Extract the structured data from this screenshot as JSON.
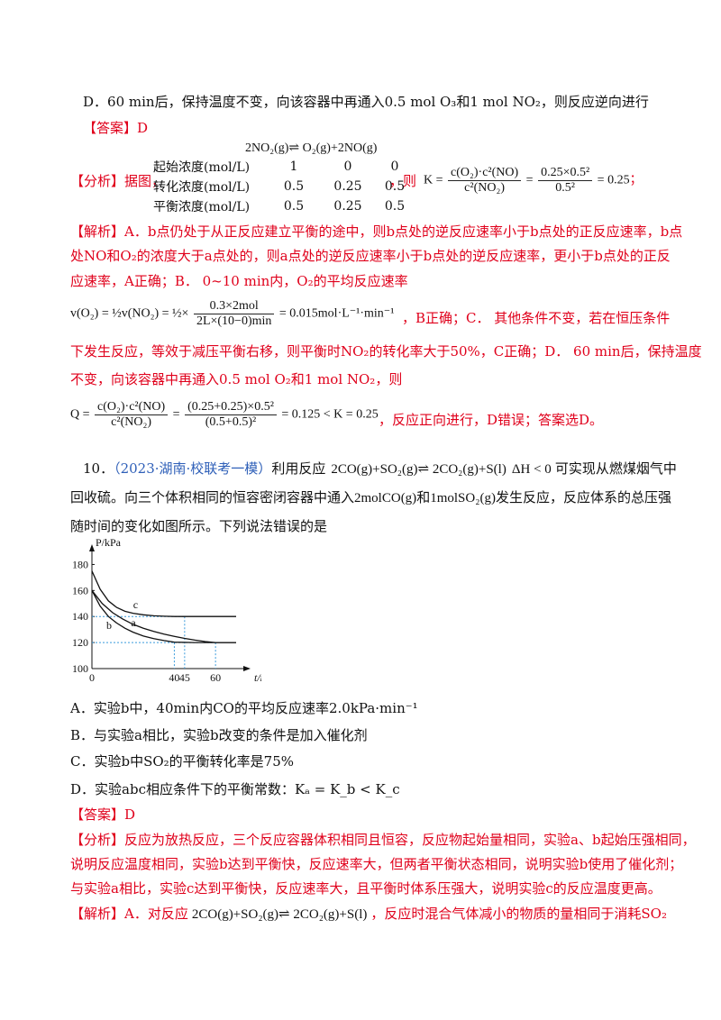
{
  "prev_question": {
    "option_d": "D．60 min后，保持温度不变，向该容器中再通入0.5 mol O₃和1 mol NO₂，则反应逆向进行",
    "answer_tag": "【答案】",
    "answer": "D",
    "analysis_tag": "【分析】",
    "analysis_lead": "据图，",
    "reaction": "2NO₂(g)⇌ O₂(g)+2NO(g)",
    "ice_rows": [
      {
        "label": "起始浓度(mol/L)",
        "v1": "1",
        "v2": "0",
        "v3": "0"
      },
      {
        "label": "转化浓度(mol/L)",
        "v1": "0.5",
        "v2": "0.25",
        "v3": "0.5"
      },
      {
        "label": "平衡浓度(mol/L)",
        "v1": "0.5",
        "v2": "0.25",
        "v3": "0.5"
      }
    ],
    "then": "，则",
    "k_lhs": "K =",
    "k_num": "c(O₂)·c²(NO)",
    "k_den": "c²(NO₂)",
    "k_mid_num": "0.25×0.5²",
    "k_mid_den": "0.5²",
    "k_result": "= 0.25",
    "semicolon": "；",
    "explain_tag": "【解析】",
    "explain_1": "A．b点仍处于从正反应建立平衡的途中，则b点处的逆反应速率小于b点处的正反应速率，b点",
    "explain_2": "处NO和O₂的浓度大于a点处的，则a点处的逆反应速率小于b点处的逆反应速率，更小于b点处的正反",
    "explain_3": "应速率，A正确；B． 0~10 min内，O₂的平均反应速率",
    "rate_lhs": "v(O₂) = ½v(NO₂) = ½×",
    "rate_num": "0.3×2mol",
    "rate_den": "2L×(10−0)min",
    "rate_result": "= 0.015mol·L⁻¹·min⁻¹",
    "explain_4": "，B正确；C． 其他条件不变，若在恒压条件",
    "explain_5": "下发生反应，等效于减压平衡右移，则平衡时NO₂的转化率大于50%，C正确；D． 60 min后，保持温度",
    "explain_6": "不变，向该容器中再通入0.5 mol O₂和1 mol NO₂，则",
    "q_lhs": "Q =",
    "q_num": "c(O₂)·c²(NO)",
    "q_den": "c²(NO₂)",
    "q_mid_num": "(0.25+0.25)×0.5²",
    "q_mid_den": "(0.5+0.5)²",
    "q_result": "= 0.125 < K = 0.25",
    "explain_7": "，反应正向进行，D错误；答案选D。"
  },
  "question": {
    "number": "10．",
    "source": "（2023·湖南·校联考一模）",
    "stem_1a": "利用反应",
    "reaction": "2CO(g)+SO₂(g)⇌ 2CO₂(g)+S(l)",
    "dh": "ΔH < 0",
    "stem_1b": "可实现从燃煤烟气中",
    "stem_2a": "回收硫。向三个体积相同的恒容密闭容器中通入",
    "stem_2b": "2molCO(g)",
    "stem_2c": "和",
    "stem_2d": "1molSO₂(g)",
    "stem_2e": "发生反应，反应体系的总压强",
    "stem_3": "随时间的变化如图所示。下列说法错误的是",
    "options": [
      "A．实验b中，40min内CO的平均反应速率2.0kPa·min⁻¹",
      "B．与实验a相比，实验b改变的条件是加入催化剂",
      "C．实验b中SO₂的平衡转化率是75%",
      "D．实验abc相应条件下的平衡常数：Kₐ = K_b < K_c"
    ],
    "answer_tag": "【答案】",
    "answer": "D",
    "analysis_tag": "【分析】",
    "analysis_1": "反应为放热反应，三个反应容器体积相同且恒容，反应物起始量相同，实验a、b起始压强相同，",
    "analysis_2": "说明反应温度相同，实验b达到平衡快，反应速率大，但两者平衡状态相同，说明实验b使用了催化剂；",
    "analysis_3": "与实验a相比，实验c达到平衡快，反应速率大，且平衡时体系压强大，说明实验c的反应温度更高。",
    "explain_tag": "【解析】",
    "explain_1a": "A．对反应",
    "explain_1b": "2CO(g)+SO₂(g)⇌ 2CO₂(g)+S(l)",
    "explain_1c": "，反应时混合气体减小的物质的量相同于消耗SO₂"
  },
  "chart_data": {
    "type": "line",
    "ylabel": "P/kPa",
    "xlabel": "t/min",
    "ylim": [
      100,
      190
    ],
    "xlim": [
      0,
      70
    ],
    "y_ticks": [
      100,
      120,
      140,
      160,
      180
    ],
    "x_ticks": [
      0,
      40,
      45,
      60
    ],
    "x_tick_labels": [
      "0",
      "40",
      "45",
      "60"
    ],
    "y_tick_labels": [
      "100",
      "120",
      "140",
      "160",
      "180"
    ],
    "series": [
      {
        "name": "c",
        "x": [
          0,
          4,
          8,
          12,
          16,
          20,
          25,
          30,
          35,
          40,
          50,
          60,
          70
        ],
        "y": [
          175,
          161,
          152,
          147,
          144,
          142.5,
          141.3,
          140.6,
          140.2,
          140,
          140,
          140,
          140
        ]
      },
      {
        "name": "b",
        "x": [
          0,
          4,
          8,
          12,
          16,
          20,
          25,
          30,
          35,
          40,
          50,
          60,
          70
        ],
        "y": [
          160,
          148,
          140,
          135,
          131,
          128,
          125,
          123,
          121.5,
          120.3,
          120,
          120,
          120
        ]
      },
      {
        "name": "a",
        "x": [
          0,
          5,
          10,
          15,
          20,
          25,
          30,
          35,
          40,
          45,
          50,
          55,
          60,
          70
        ],
        "y": [
          160,
          150,
          143,
          138,
          134,
          131,
          128.5,
          126.5,
          124.8,
          123.2,
          121.9,
          120.8,
          120,
          120
        ]
      }
    ],
    "reference_lines": [
      {
        "y": 140,
        "x_to": 45
      },
      {
        "y": 120,
        "x_to": 60
      }
    ],
    "reference_vlines": [
      {
        "x": 40,
        "y_to": 120
      },
      {
        "x": 45,
        "y_to": 140
      },
      {
        "x": 60,
        "y_to": 120
      }
    ],
    "grid": false
  }
}
